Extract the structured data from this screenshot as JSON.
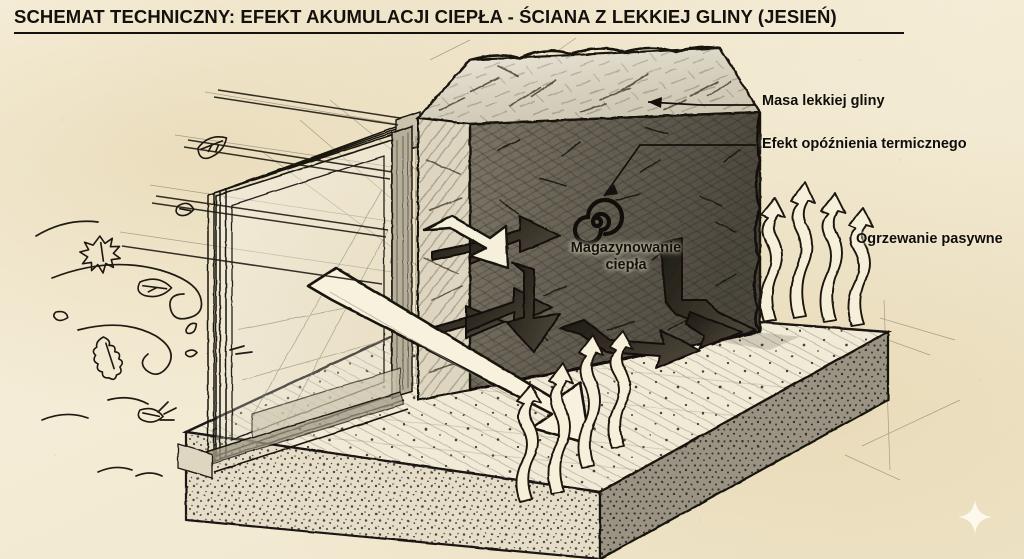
{
  "document": {
    "title": "SCHEMAT TECHNICZNY: EFEKT AKUMULACJI CIEPŁA - ŚCIANA Z LEKKIEJ GLINY (JESIEŃ)",
    "style": "hand-drawn pencil technical sketch on aged paper",
    "background_color": "#f6efda",
    "ink_color": "#1b1812"
  },
  "callouts": {
    "mass": "Masa lekkiej gliny",
    "thermal_lag": "Efekt opóźnienia termicznego",
    "passive_heating": "Ogrzewanie pasywne"
  },
  "storage": {
    "line1": "Magazynowanie",
    "line2": "ciepła",
    "icon": "spiral-thermal-storage-icon"
  },
  "elements": {
    "wall": "light-clay-wall-block",
    "floor": "concrete-floor-slab",
    "window": "glazed-window-frame",
    "leaves": "falling-autumn-leaves",
    "wind": "wind-swirls",
    "sun_ray": "sunlight-arrow",
    "heat_arrows": "heat-flow-arrows",
    "rising_heat": "rising-heat-waves"
  },
  "watermark": {
    "icon": "four-point-star-sparkle"
  }
}
